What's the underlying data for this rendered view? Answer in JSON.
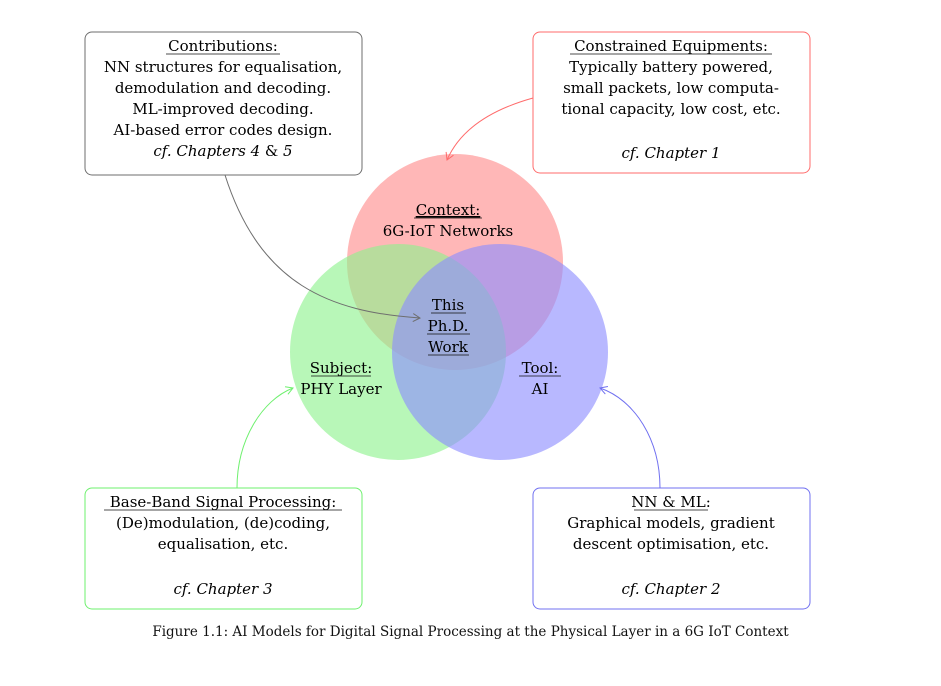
{
  "circles": {
    "context": {
      "title": "Context:",
      "body": "6G-IoT Networks",
      "color": "#ff8a8a"
    },
    "subject": {
      "title": "Subject:",
      "body": "PHY Layer",
      "color": "#8cf28c"
    },
    "tool": {
      "title": "Tool:",
      "body": "AI",
      "color": "#8c8cff"
    },
    "center": {
      "line1": "This",
      "line2": "Ph.D.",
      "line3": "Work"
    }
  },
  "boxes": {
    "contributions": {
      "title": "Contributions:",
      "lines": [
        "NN structures for equalisation,",
        "demodulation and decoding.",
        "ML-improved decoding.",
        "AI-based error codes design."
      ],
      "ref_prefix": "cf. Chapters 4",
      "ref_amp": " & ",
      "ref_suffix": "5",
      "color": "#6e6e6e"
    },
    "constrained": {
      "title": "Constrained Equipments:",
      "lines": [
        "Typically battery powered,",
        "small packets, low computa-",
        "tional capacity, low cost, etc."
      ],
      "ref": "cf. Chapter 1",
      "color": "#ff6b6b"
    },
    "baseband": {
      "title": "Base-Band Signal Processing:",
      "lines": [
        "(De)modulation, (de)coding,",
        "equalisation, etc."
      ],
      "ref": "cf. Chapter 3",
      "color": "#6ef06e"
    },
    "nnml": {
      "title": "NN & ML:",
      "lines": [
        "Graphical models, gradient",
        "descent optimisation, etc."
      ],
      "ref": "cf. Chapter 2",
      "color": "#7070f0"
    }
  },
  "caption": "Figure 1.1: AI Models for Digital Signal Processing at the Physical Layer in a 6G IoT Context"
}
